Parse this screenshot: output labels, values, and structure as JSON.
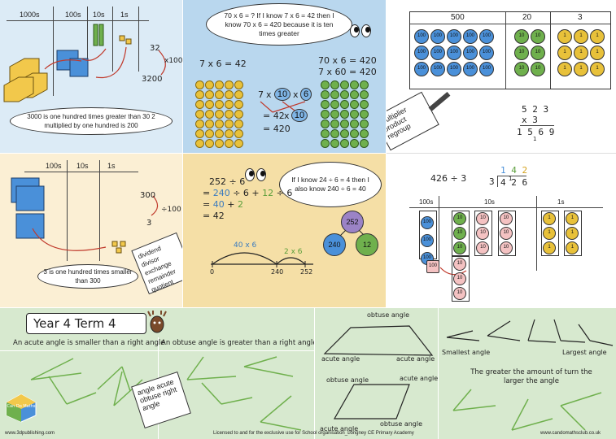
{
  "colors": {
    "light_blue": "#dcebf6",
    "mid_blue": "#b9d7ee",
    "cream": "#fbefd4",
    "wheat": "#f5dfa6",
    "light_green": "#d7e9cf",
    "block_blue": "#4a90d9",
    "block_yellow": "#f2c84b"
  },
  "p1": {
    "headers": [
      "1000s",
      "100s",
      "10s",
      "1s"
    ],
    "num_top": "32",
    "multiplier": "x100",
    "num_bottom": "3200",
    "caption": "3000 is one hundred times greater than 30 2 multiplied by one hundred is 200"
  },
  "p2": {
    "bubble": "70 x 6 = ? If I know 7 x 6 = 42 then I know 70 x 6 = 420 because it is ten times greater",
    "eq_left": "7 x 6 = 42",
    "eq_right_1": "70 x 6 = 420",
    "eq_right_2": "7 x 60 = 420",
    "factor_a": "7",
    "factor_b": "10",
    "factor_c": "6",
    "line2_a": "= 42",
    "line2_b": "x",
    "line2_c": "10",
    "line3": "= 420"
  },
  "p3": {
    "headers": [
      "500",
      "20",
      "3"
    ],
    "col_hundreds_value": "100",
    "col_tens_value": "10",
    "col_ones_value": "1",
    "note": "multiplier product regroup",
    "calc_1": "5 2 3",
    "calc_2": "x   3",
    "calc_3": "1 5 6 9",
    "carry": "1"
  },
  "p4": {
    "headers": [
      "100s",
      "10s",
      "1s"
    ],
    "num_top": "300",
    "divisor": "÷100",
    "num_bottom": "3",
    "caption": "3 is one hundred times smaller than 300",
    "note": "dividend divisor exchange remainder quotient"
  },
  "p5": {
    "eq1": "252 ÷ 6",
    "eq2_eq": "=",
    "eq2_a": "240",
    "eq2_b": "÷ 6 +",
    "eq2_c": "12",
    "eq2_d": "÷ 6",
    "eq3_eq": "=",
    "eq3_a": "40",
    "eq3_b": "+",
    "eq3_c": "2",
    "eq4": "= 42",
    "bubble": "If I know 24 ÷ 6 = 4 then I also know 240 ÷ 6 = 40",
    "jump1": "40 x 6",
    "jump2": "2 x 6",
    "nl_0": "0",
    "nl_240": "240",
    "nl_252": "252",
    "tree_top": "252",
    "tree_left": "240",
    "tree_right": "12"
  },
  "p6": {
    "expr": "426 ÷ 3",
    "q_1": "1",
    "q_4": "4",
    "q_2": "2",
    "division_3": "3",
    "dividend": "4 2 6",
    "remainder_1": "1",
    "headers": [
      "100s",
      "10s",
      "1s"
    ],
    "exchange_label": "100"
  },
  "p7": {
    "title": "Year 4 Term 4",
    "acute_text": "An acute angle is smaller than a right angle",
    "obtuse_text": "An obtuse angle is greater than a right angle",
    "note": "angle acute obtuse right angle",
    "logo": "Can Do Maths"
  },
  "p8": {
    "labels": [
      "obtuse angle",
      "acute angle",
      "acute angle",
      "obtuse angle",
      "acute angle",
      "acute angle",
      "obtuse angle"
    ]
  },
  "p9": {
    "smallest": "Smallest angle",
    "largest": "Largest angle",
    "text": "The greater the amount of turn the larger the angle"
  },
  "footer": {
    "left": "www.3dpublishing.com",
    "center": "Licensed to and for the exclusive use for School organisation_Longney CE Primary Academy",
    "right": "www.candomathsclub.co.uk"
  }
}
